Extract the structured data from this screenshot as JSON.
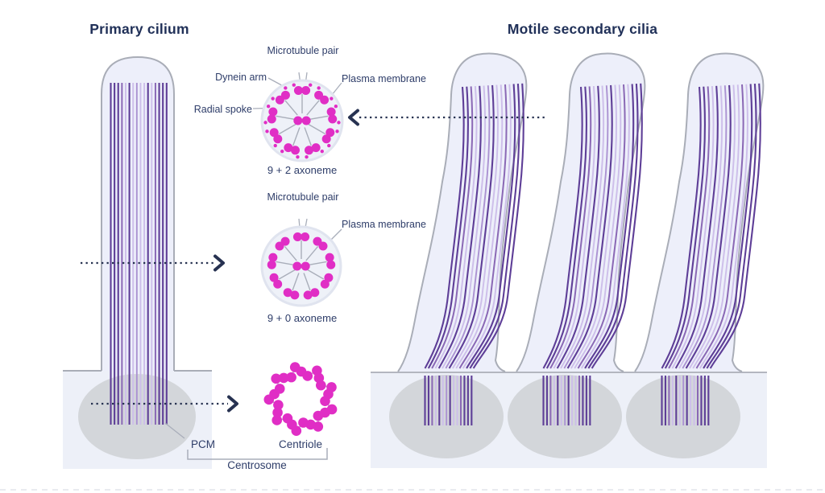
{
  "titles": {
    "left": "Primary cilium",
    "right": "Motile secondary cilia"
  },
  "labels": {
    "microtubule_pair_top": "Microtubule pair",
    "dynein_arm": "Dynein arm",
    "plasma_membrane_top": "Plasma membrane",
    "radial_spoke": "Radial spoke",
    "axoneme_9_2": "9 + 2 axoneme",
    "microtubule_pair_mid": "Microtubule pair",
    "plasma_membrane_mid": "Plasma membrane",
    "axoneme_9_0": "9 + 0 axoneme",
    "pcm": "PCM",
    "centriole": "Centriole",
    "centrosome": "Centrosome"
  },
  "structures": {
    "cross_sections": [
      {
        "name": "9 + 2 axoneme",
        "doublets": 9,
        "central_pair": true,
        "dynein_arms": true,
        "radial_spokes": true
      },
      {
        "name": "9 + 0 axoneme",
        "doublets": 9,
        "central_pair": true,
        "dynein_arms": false,
        "radial_spokes": true
      },
      {
        "name": "Centriole",
        "triplets": 9
      }
    ],
    "motile_cilia_count": 3
  },
  "colors": {
    "navy": "#203058",
    "label": "#2e3d69",
    "pink": "#e02ec5",
    "stripe_dark": "#5e3e97",
    "stripe_mid": "#8a68b5",
    "stripe_light": "#cdbeea",
    "stripe_soft": "#ab92d2",
    "membrane": "#a9adb7",
    "cilium_fill": "#edeffa",
    "cell_fill": "#edf0f8",
    "pcm_grey": "#d3d6da",
    "circle_fill": "#eef1f8",
    "circle_rim": "#e0e4ef",
    "line_grey": "#a9aeba",
    "arrow": "#273251",
    "band_line": "#c0c5cf",
    "page_divider": "#dcdfe6"
  }
}
